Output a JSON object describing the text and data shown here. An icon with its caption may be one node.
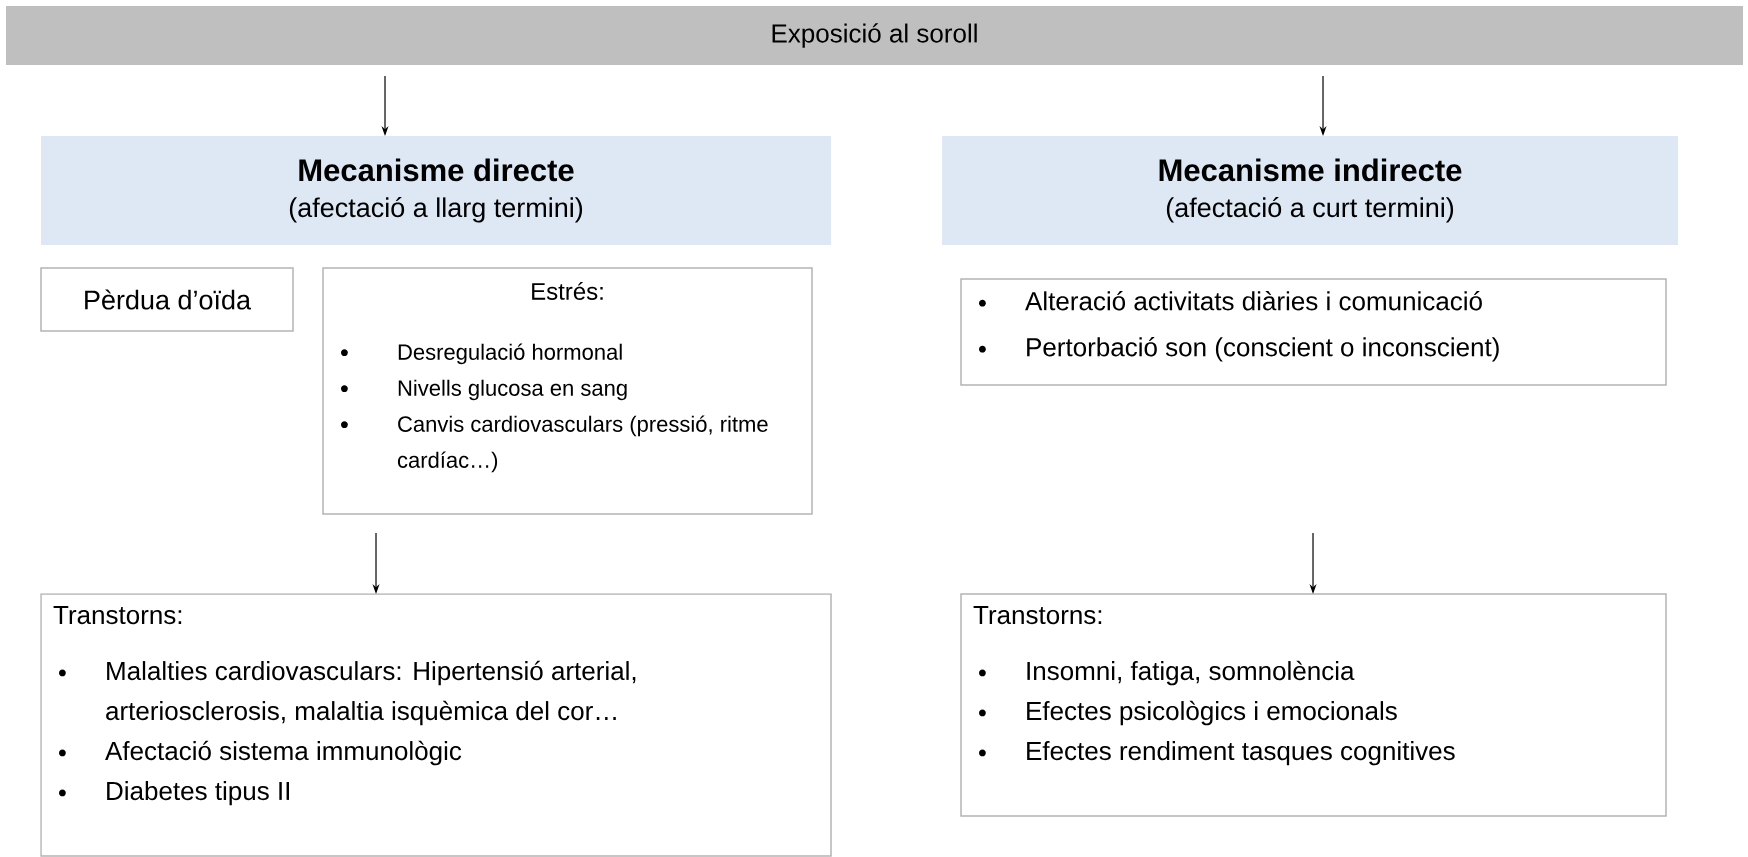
{
  "diagram": {
    "nodes": [
      {
        "text": [
          "Exposició al soroll"
        ]
      },
      {
        "text": [
          "Mecanisme directe",
          "(afectació a llarg termini)"
        ]
      },
      {
        "text": [
          "Mecanisme indirecte",
          "(afectació a curt termini)"
        ]
      },
      {
        "text": [
          "Pèrdua d’oïda"
        ]
      },
      {
        "text": [
          "Estrés:",
          "Desregulació hormonal",
          "Nivells glucosa en sang",
          "Canvis cardiovasculars (pressió, ritme cardíac…)"
        ]
      },
      {
        "text": [
          "Alteració activitats diàries i comunicació",
          "Pertorbació son (conscient o inconscient)"
        ]
      },
      {
        "text": [
          "Transtorns:",
          "Malalties cardiovasculars:  Hipertensió arterial, arteriosclerosis, malaltia isquèmica del cor…",
          "Afectació sistema immunològic",
          "Diabetes tipus II"
        ]
      },
      {
        "text": [
          "Transtorns:",
          "Insomni, fatiga, somnolència",
          "Efectes psicològics i emocionals",
          "Efectes rendiment tasques cognitives"
        ]
      }
    ],
    "edges": [
      {
        "from": 0,
        "to": 1,
        "arrow": "to"
      },
      {
        "from": 0,
        "to": 2,
        "arrow": "to"
      },
      {
        "from": 4,
        "to": 6,
        "arrow": "to"
      },
      {
        "from": null,
        "to": 7,
        "arrow": "to"
      }
    ]
  }
}
